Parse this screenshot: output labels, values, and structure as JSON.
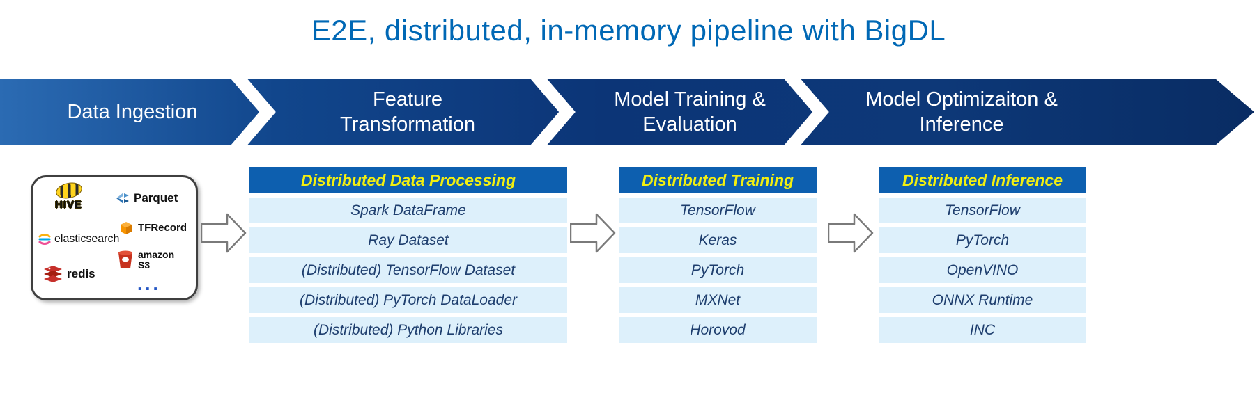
{
  "title": "E2E, distributed, in-memory pipeline with BigDL",
  "banner": {
    "stages": [
      {
        "label": "Data Ingestion"
      },
      {
        "label": "Feature\nTransformation"
      },
      {
        "label": "Model Training &\nEvaluation"
      },
      {
        "label": "Model Optimizaiton &\nInference"
      }
    ]
  },
  "sources": {
    "items": [
      {
        "icon": "hive-icon",
        "label": "HIVE"
      },
      {
        "icon": "parquet-icon",
        "label": "Parquet"
      },
      {
        "icon": "elasticsearch-icon",
        "label": "elasticsearch"
      },
      {
        "icon": "tfrecord-icon",
        "label": "TFRecord"
      },
      {
        "icon": "redis-icon",
        "label": "redis"
      },
      {
        "icon": "amazon-s3-icon",
        "label": "amazon S3"
      },
      {
        "icon": "ellipsis-icon",
        "label": "..."
      }
    ]
  },
  "tables": [
    {
      "header": "Distributed Data Processing",
      "rows": [
        "Spark DataFrame",
        "Ray Dataset",
        "(Distributed) TensorFlow Dataset",
        "(Distributed) PyTorch DataLoader",
        "(Distributed) Python Libraries"
      ]
    },
    {
      "header": "Distributed Training",
      "rows": [
        "TensorFlow",
        "Keras",
        "PyTorch",
        "MXNet",
        "Horovod"
      ]
    },
    {
      "header": "Distributed Inference",
      "rows": [
        "TensorFlow",
        "PyTorch",
        "OpenVINO",
        "ONNX Runtime",
        "INC"
      ]
    }
  ],
  "colors": {
    "title_blue": "#0068b5",
    "banner_left": "#2b6bb3",
    "banner_right": "#092c63",
    "table_header_bg": "#0d5faf",
    "table_header_text": "#f3ef10",
    "table_row_bg": "#ddf0fb",
    "table_row_text": "#1e3e6e"
  }
}
